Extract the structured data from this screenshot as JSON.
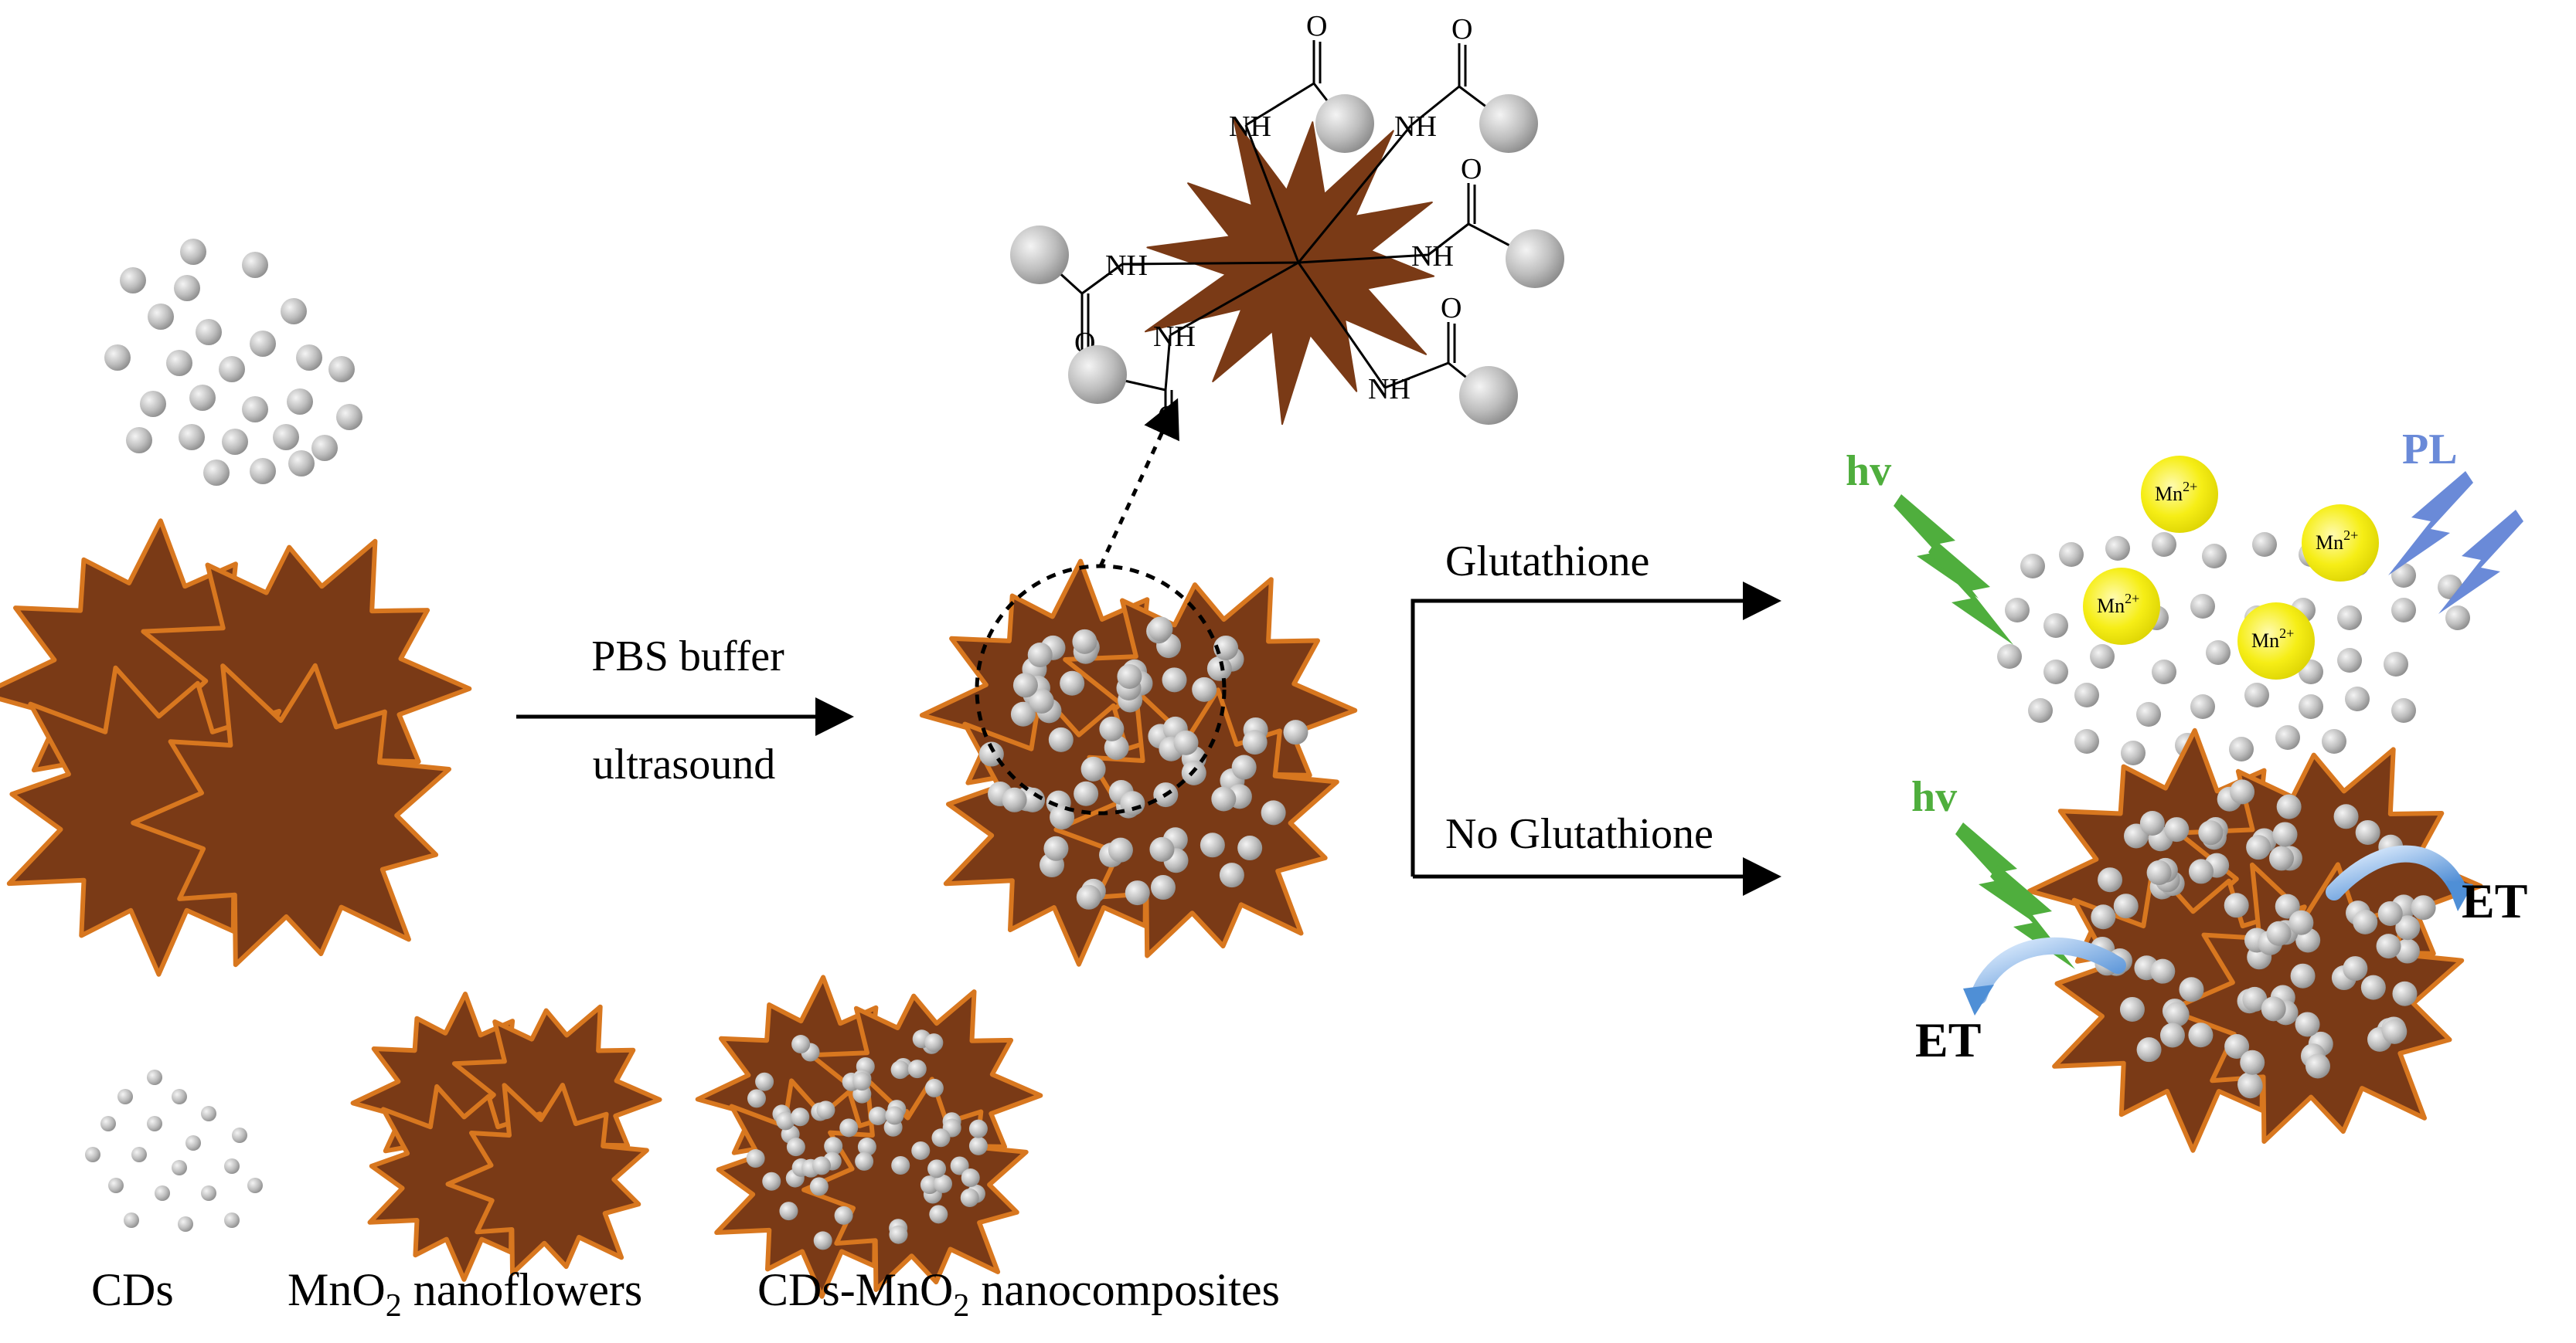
{
  "arrow_left": {
    "top": "PBS buffer",
    "bottom": "ultrasound"
  },
  "branch": {
    "top": "Glutathione",
    "bottom": "No Glutathione"
  },
  "amide": {
    "group": "NH",
    "oxygen": "O"
  },
  "ions": {
    "base": "Mn",
    "charge": "2+"
  },
  "photo": {
    "excitation": "hv",
    "emission": "PL",
    "transfer": "ET"
  },
  "legend": {
    "cds": "CDs",
    "mno2_pre": "MnO",
    "mno2_sub": "2",
    "mno2_post": " nanoflowers",
    "comp_pre": "CDs-MnO",
    "comp_sub": "2",
    "comp_post": " nanocomposites"
  },
  "colors": {
    "mno2_fill": "#7a3a16",
    "mno2_edge": "#d8771f",
    "cd": "#b9b9b9",
    "ion": "#f6ee16",
    "hv": "#4fae3d",
    "pl": "#6a8ad8",
    "et_arrow": "#4f8fd6"
  }
}
